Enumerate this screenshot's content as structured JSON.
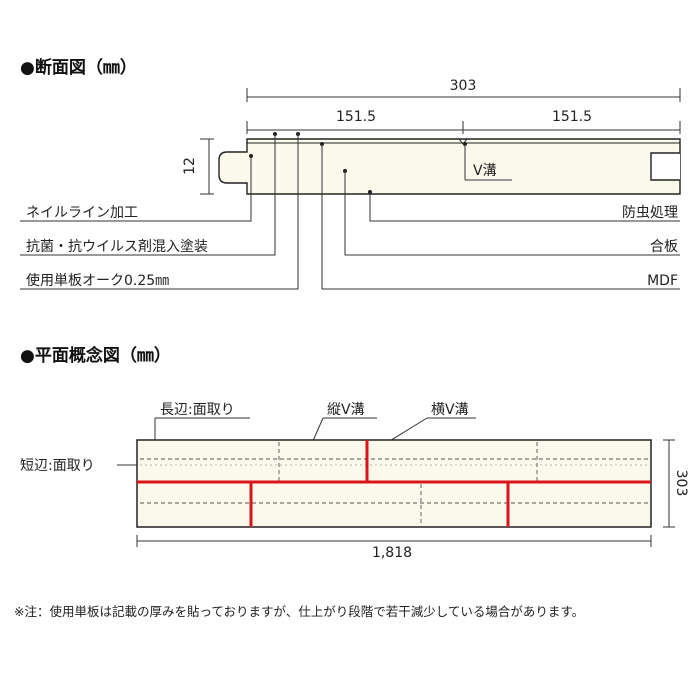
{
  "section_view": {
    "heading": "●断面図（㎜）",
    "dim_total": "303",
    "dim_half_left": "151.5",
    "dim_half_right": "151.5",
    "dim_thickness": "12",
    "v_groove_label": "V溝",
    "left_labels": [
      "ネイルライン加工",
      "抗菌・抗ウイルス剤混入塗装",
      "使用単板オーク0.25㎜"
    ],
    "right_labels": [
      "防虫処理",
      "合板",
      "MDF"
    ]
  },
  "plan_view": {
    "heading": "●平面概念図（㎜）",
    "long_edge_label": "長辺:面取り",
    "short_edge_label": "短辺:面取り",
    "vertical_groove_label": "縦V溝",
    "horizontal_groove_label": "横V溝",
    "dim_width": "303",
    "dim_length": "1,818",
    "groove_color": "#d9141b"
  },
  "footnote": "※注：使用単板は記載の厚みを貼っておりますが、仕上がり段階で若干減少している場合があります。"
}
